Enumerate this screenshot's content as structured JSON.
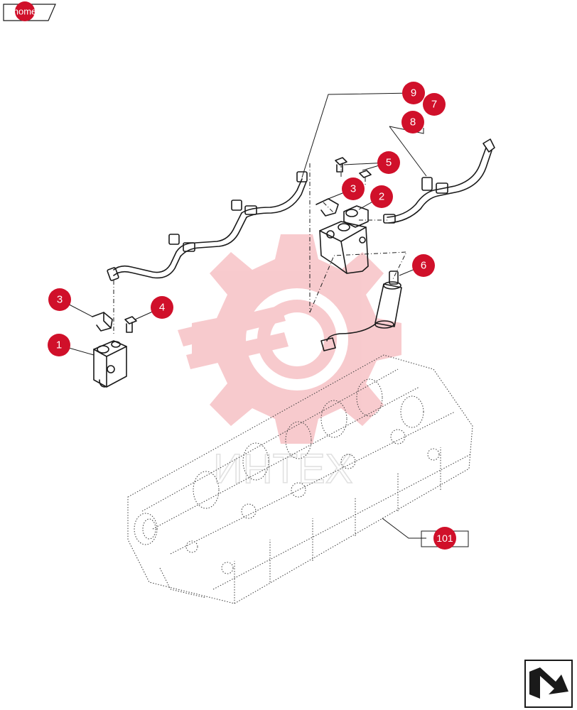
{
  "home": {
    "label": "home"
  },
  "watermark": {
    "text": "ИНТЕХ",
    "color": "#f2a0a6"
  },
  "colors": {
    "badge": "#d0102a",
    "line": "#1a1a1a"
  },
  "callouts": [
    {
      "id": "1",
      "label": "1"
    },
    {
      "id": "2",
      "label": "2"
    },
    {
      "id": "3a",
      "label": "3"
    },
    {
      "id": "3b",
      "label": "3"
    },
    {
      "id": "4",
      "label": "4"
    },
    {
      "id": "5",
      "label": "5"
    },
    {
      "id": "6",
      "label": "6"
    },
    {
      "id": "7",
      "label": "7"
    },
    {
      "id": "8",
      "label": "8"
    },
    {
      "id": "9",
      "label": "9"
    },
    {
      "id": "101",
      "label": "101"
    }
  ],
  "nav": {
    "icon": "next-page-arrow-icon"
  }
}
